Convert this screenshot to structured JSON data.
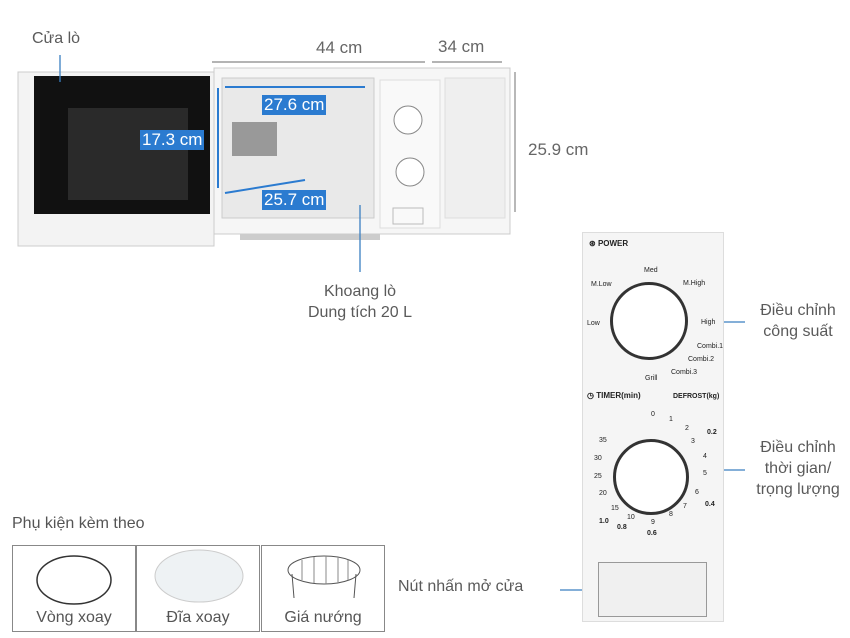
{
  "labels": {
    "door": "Cửa lò",
    "width_outer": "44 cm",
    "depth_outer": "34 cm",
    "height_outer": "25.9 cm",
    "cavity_width": "27.6 cm",
    "cavity_height": "17.3 cm",
    "cavity_depth": "25.7 cm",
    "cavity_title": "Khoang lò",
    "capacity": "Dung tích 20 L",
    "power_adjust": [
      "Điều chỉnh",
      "công suất"
    ],
    "timer_adjust": [
      "Điều chỉnh",
      "thời gian/",
      "trọng lượng"
    ],
    "door_button": "Nút nhấn mở cửa"
  },
  "panel": {
    "power_title": "POWER",
    "power_levels": [
      "M.Low",
      "Med",
      "M.High",
      "Low",
      "High",
      "Combi.1",
      "Combi.2",
      "Combi.3",
      "Grill"
    ],
    "timer_title": "TIMER(min)",
    "defrost_title": "DEFROST(kg)",
    "timer_marks": [
      "0",
      "1",
      "2",
      "3",
      "4",
      "5",
      "6",
      "7",
      "8",
      "9",
      "10",
      "15",
      "20",
      "25",
      "30",
      "35"
    ],
    "defrost_marks": [
      "0.2",
      "0.4",
      "0.6",
      "0.8",
      "1.0"
    ]
  },
  "accessories": {
    "title": "Phụ kiện kèm theo",
    "items": [
      "Vòng xoay",
      "Đĩa xoay",
      "Giá nướng"
    ]
  },
  "colors": {
    "accent": "#2b7bd0"
  }
}
